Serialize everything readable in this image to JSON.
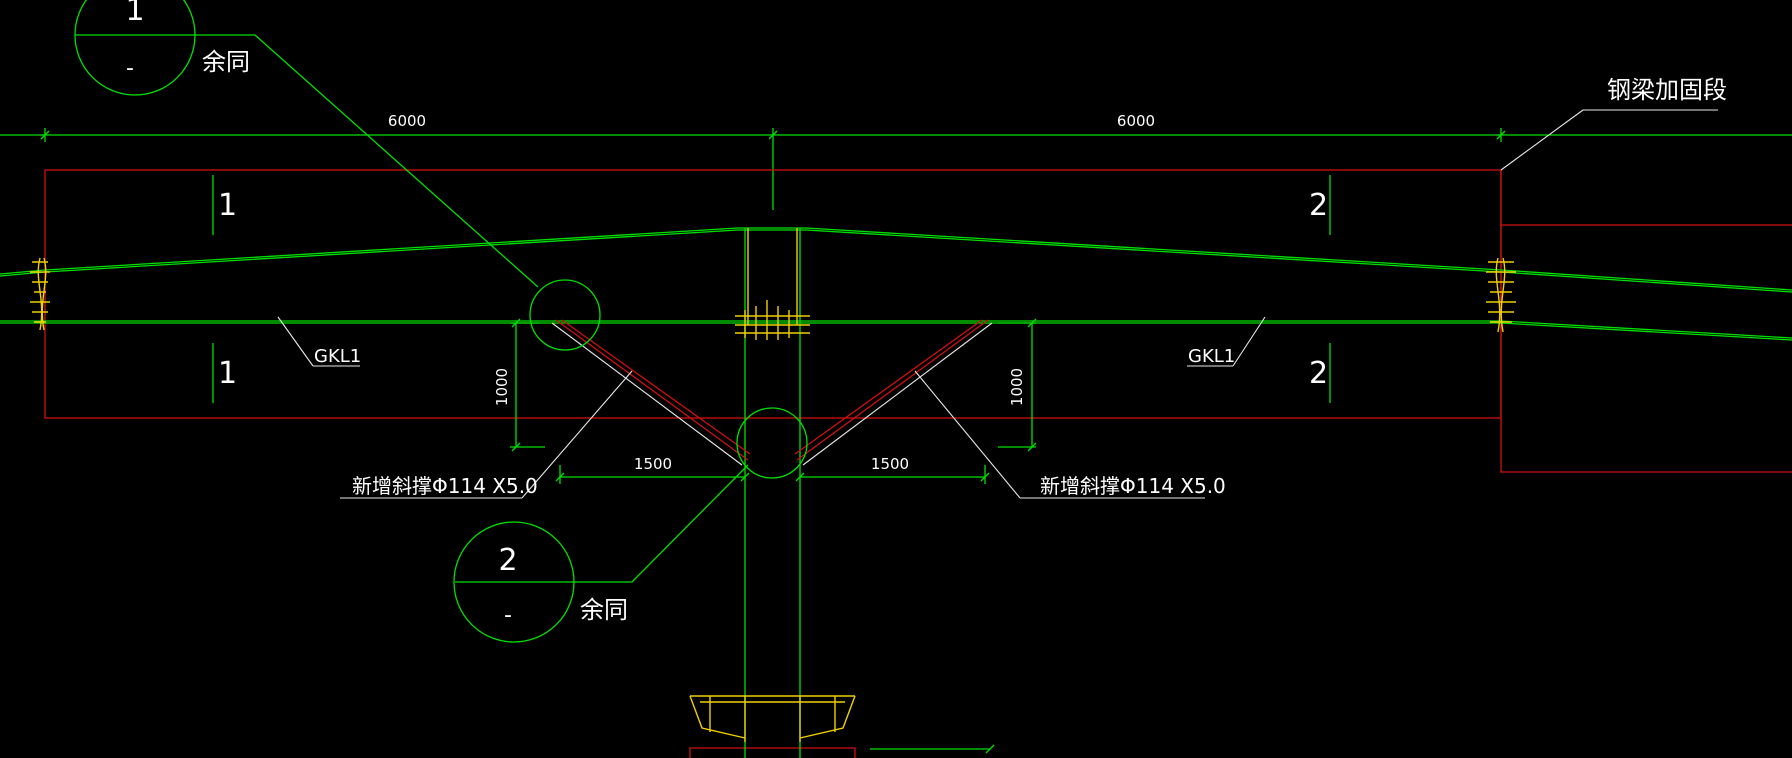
{
  "dimensions": {
    "span_left": "6000",
    "span_right": "6000",
    "brace_height_left": "1000",
    "brace_height_right": "1000",
    "brace_width_left": "1500",
    "brace_width_right": "1500"
  },
  "section_marks": {
    "left_upper": "1",
    "left_lower": "1",
    "right_upper": "2",
    "right_lower": "2"
  },
  "detail_callouts": [
    {
      "number": "1",
      "sheet": "-",
      "note": "余同"
    },
    {
      "number": "2",
      "sheet": "-",
      "note": "余同"
    }
  ],
  "labels": {
    "beam_left": "GKL1",
    "beam_right": "GKL1",
    "brace_left": "新增斜撑Φ114 X5.0",
    "brace_right": "新增斜撑Φ114 X5.0",
    "reinforce_segment": "钢梁加固段"
  },
  "colors": {
    "background": "#000000",
    "outline": "#00e000",
    "reinforcement": "#d01010",
    "brace_core": "#e8e8e8",
    "connection": "#f0d000",
    "text": "#ffffff"
  }
}
